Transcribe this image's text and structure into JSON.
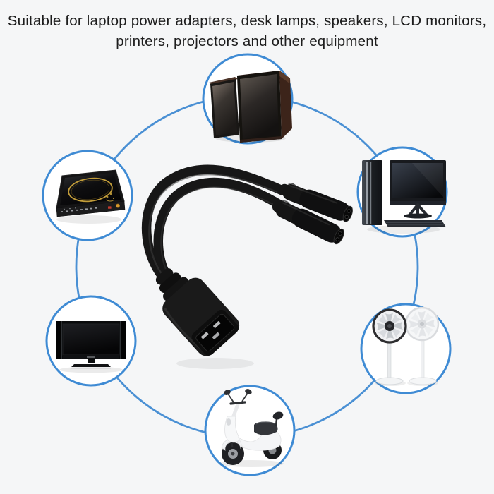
{
  "header": {
    "line1": "Suitable for laptop power adapters, desk lamps, speakers, LCD monitors,",
    "line2": "printers, projectors and other equipment"
  },
  "colors": {
    "background": "#f5f6f7",
    "text": "#1d1d1d",
    "ring_blue": "#4a90d4",
    "circle_border_blue": "#3f8bd4",
    "circle_fill": "#ffffff",
    "cable_black": "#171717",
    "gold_accent": "#c29d3a"
  },
  "diagram": {
    "center_product": "black-y-splitter-power-cable-c20-plug-to-dual-c7-sockets",
    "categories": [
      {
        "name": "speakers"
      },
      {
        "name": "desktop-computer-lcd-monitor"
      },
      {
        "name": "standing-fans"
      },
      {
        "name": "electric-scooter"
      },
      {
        "name": "lcd-tv"
      },
      {
        "name": "induction-cooktop"
      }
    ]
  }
}
